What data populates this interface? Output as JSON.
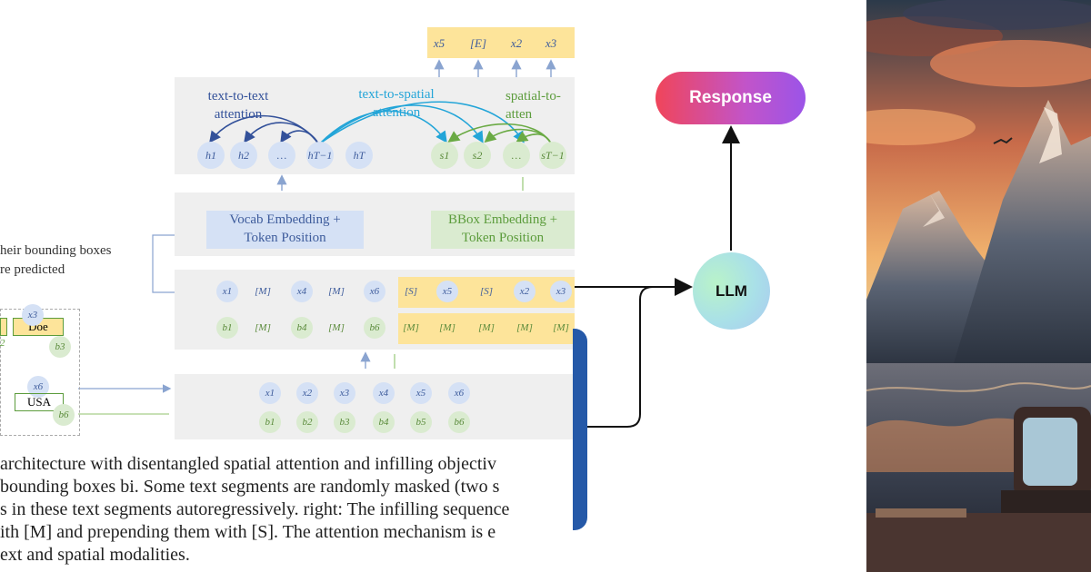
{
  "paper": {
    "output_tokens": [
      "x5",
      "[E]",
      "x2",
      "x3"
    ],
    "attention_labels": {
      "text_to_text": "text-to-text\nattention",
      "text_to_spatial": "text-to-spatial\nattention",
      "spatial_to": "spatial-to-\natten"
    },
    "hidden_tokens": [
      "h1",
      "h2",
      "…",
      "hT−1",
      "hT"
    ],
    "spatial_tokens": [
      "s1",
      "s2",
      "…",
      "sT−1"
    ],
    "vocab_embedding": "Vocab Embedding +\nToken Position",
    "bbox_embedding": "BBox Embedding +\nToken Position",
    "bbox_note": "heir bounding boxes\nre predicted",
    "seq_text": [
      "x1",
      "[M]",
      "x4",
      "[M]",
      "x6",
      "[S]",
      "x5",
      "[S]",
      "x2",
      "x3"
    ],
    "seq_box": [
      "b1",
      "[M]",
      "b4",
      "[M]",
      "b6",
      "[M]",
      "[M]",
      "[M]",
      "[M]",
      "[M]"
    ],
    "input_text": [
      "x1",
      "x2",
      "x3",
      "x4",
      "x5",
      "x6"
    ],
    "input_box": [
      "b1",
      "b2",
      "b3",
      "b4",
      "b5",
      "b6"
    ],
    "doc_words": {
      "doe": "Doe",
      "usa": "USA",
      "x3": "x3",
      "b3": "b3",
      "x6": "x6",
      "b6": "b6",
      "two": "2"
    },
    "caption": [
      " architecture with disentangled spatial attention and infilling objectiv",
      "bounding boxes bi. Some text segments are randomly masked (two s",
      "s in these text segments autoregressively. right: The infilling sequence",
      "ith [M] and prepending them with [S]. The attention mechanism is e",
      "ext and spatial modalities."
    ]
  },
  "flow": {
    "response_label": "Response",
    "llm_label": "LLM"
  },
  "colors": {
    "accent_blue": "#2559a8",
    "response_gradient_start": "#f0455a",
    "response_gradient_end": "#9b54e8",
    "llm_fill": "#a9e0e8"
  },
  "art": {
    "icon": "mountain-sunset-illustration"
  }
}
